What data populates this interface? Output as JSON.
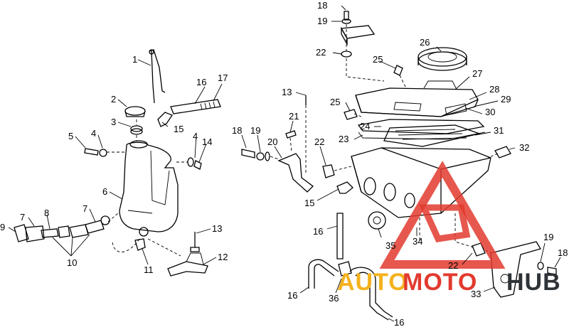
{
  "callouts": [
    {
      "id": "c1",
      "text": "1"
    },
    {
      "id": "c2",
      "text": "2"
    },
    {
      "id": "c3",
      "text": "3"
    },
    {
      "id": "c4a",
      "text": "4"
    },
    {
      "id": "c4b",
      "text": "4"
    },
    {
      "id": "c5",
      "text": "5"
    },
    {
      "id": "c6",
      "text": "6"
    },
    {
      "id": "c7a",
      "text": "7"
    },
    {
      "id": "c7b",
      "text": "7"
    },
    {
      "id": "c8",
      "text": "8"
    },
    {
      "id": "c9",
      "text": "9"
    },
    {
      "id": "c10",
      "text": "10"
    },
    {
      "id": "c11",
      "text": "11"
    },
    {
      "id": "c12",
      "text": "12"
    },
    {
      "id": "c13a",
      "text": "13"
    },
    {
      "id": "c13b",
      "text": "13"
    },
    {
      "id": "c14",
      "text": "14"
    },
    {
      "id": "c15a",
      "text": "15"
    },
    {
      "id": "c15b",
      "text": "15"
    },
    {
      "id": "c16a",
      "text": "16"
    },
    {
      "id": "c16b",
      "text": "16"
    },
    {
      "id": "c16c",
      "text": "16"
    },
    {
      "id": "c16d",
      "text": "16"
    },
    {
      "id": "c17",
      "text": "17"
    },
    {
      "id": "c18a",
      "text": "18"
    },
    {
      "id": "c18b",
      "text": "18"
    },
    {
      "id": "c18c",
      "text": "18"
    },
    {
      "id": "c19a",
      "text": "19"
    },
    {
      "id": "c19b",
      "text": "19"
    },
    {
      "id": "c19c",
      "text": "19"
    },
    {
      "id": "c20",
      "text": "20"
    },
    {
      "id": "c21",
      "text": "21"
    },
    {
      "id": "c22a",
      "text": "22"
    },
    {
      "id": "c22b",
      "text": "22"
    },
    {
      "id": "c22c",
      "text": "22"
    },
    {
      "id": "c23",
      "text": "23"
    },
    {
      "id": "c24",
      "text": "24"
    },
    {
      "id": "c25a",
      "text": "25"
    },
    {
      "id": "c25b",
      "text": "25"
    },
    {
      "id": "c26",
      "text": "26"
    },
    {
      "id": "c27",
      "text": "27"
    },
    {
      "id": "c28",
      "text": "28"
    },
    {
      "id": "c29",
      "text": "29"
    },
    {
      "id": "c30",
      "text": "30"
    },
    {
      "id": "c31",
      "text": "31"
    },
    {
      "id": "c32",
      "text": "32"
    },
    {
      "id": "c33",
      "text": "33"
    },
    {
      "id": "c34",
      "text": "34"
    },
    {
      "id": "c35",
      "text": "35"
    },
    {
      "id": "c36",
      "text": "36"
    }
  ],
  "watermark": {
    "part1": "AUTO",
    "part2": "MOTO",
    "part3": "HUB",
    "colors": {
      "auto": "#f5b21e",
      "moto": "#e23a2e",
      "hub": "#2e3338",
      "triangle": "#e23a2e"
    }
  }
}
